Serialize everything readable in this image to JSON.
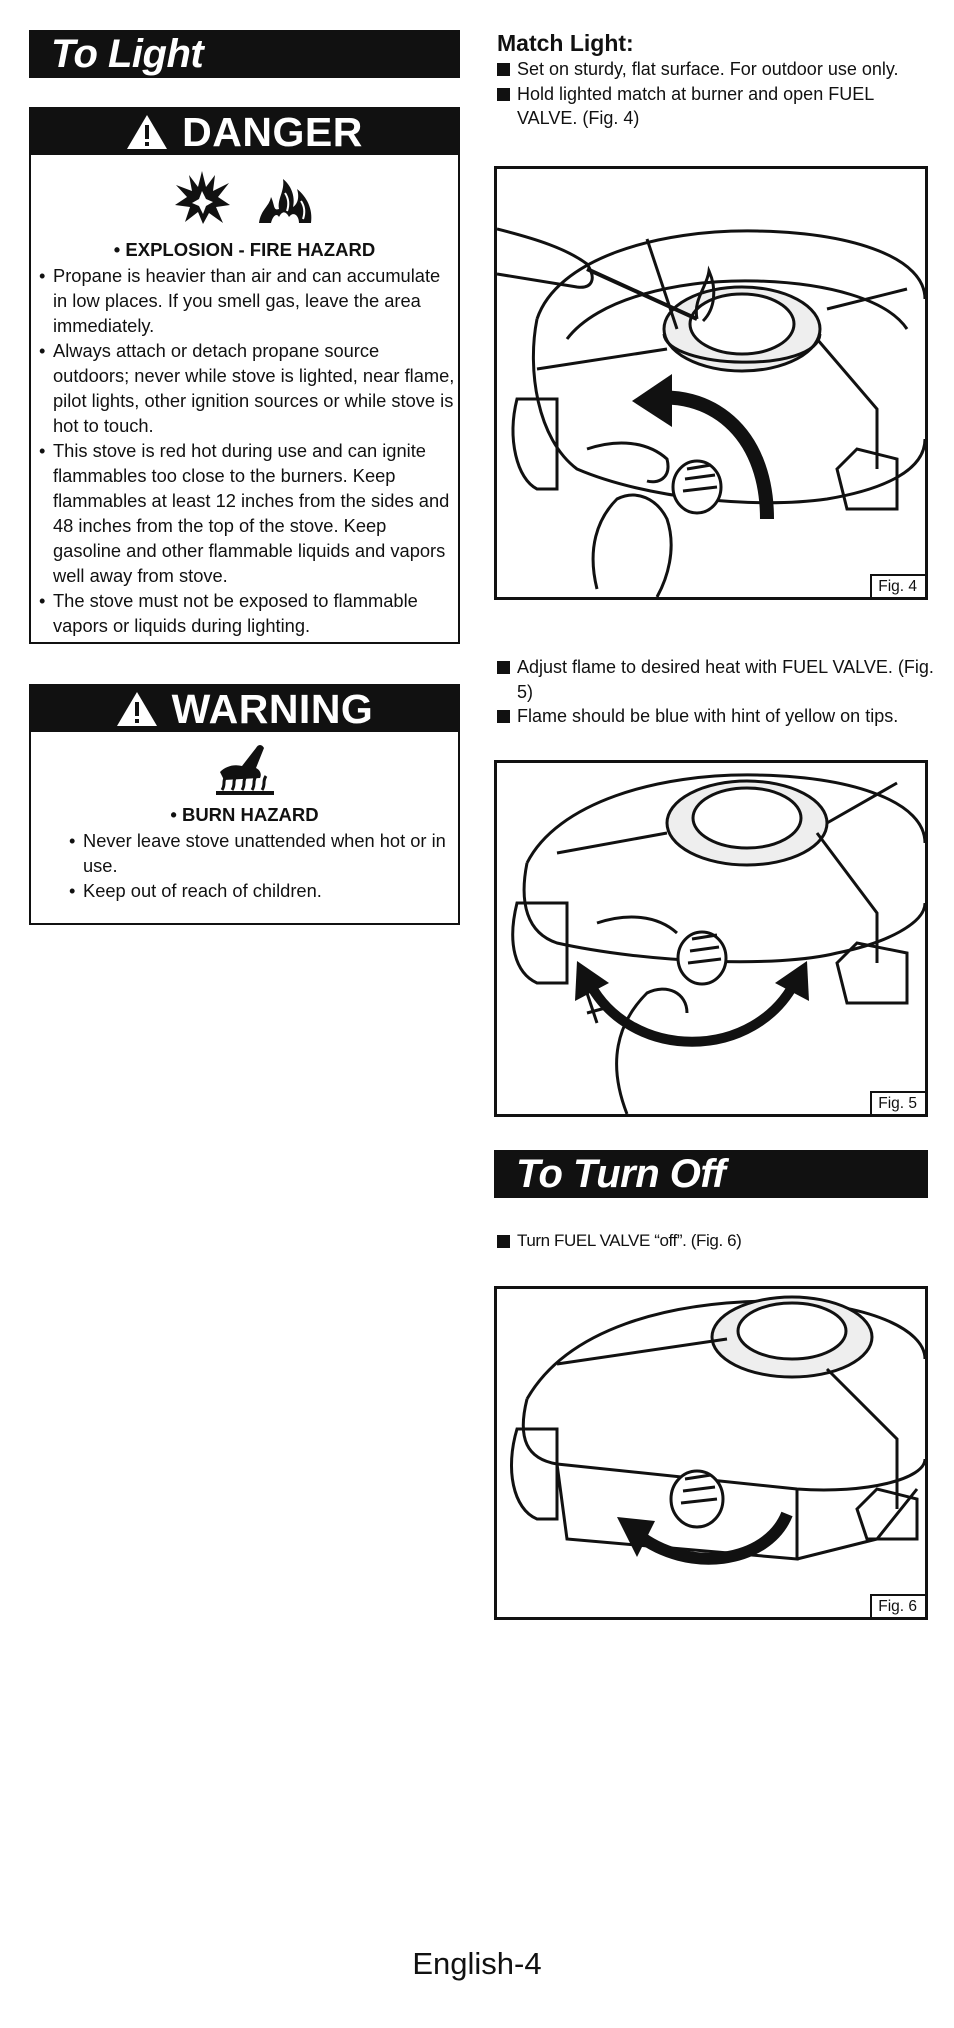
{
  "left": {
    "title": "To Light",
    "danger": {
      "header": "DANGER",
      "hazard_title": "• EXPLOSION - FIRE HAZARD",
      "bullets": [
        "Propane is heavier than air and can accumulate in low places. If you smell gas, leave the area immediately.",
        "Always attach or detach propane source outdoors; never while stove is lighted, near flame, pilot lights, other ignition sources or while stove is hot to touch.",
        "This stove is red hot during use and can ignite flammables too close to the burners. Keep flammables at least 12 inches from the sides and 48 inches from the top of the stove. Keep gasoline and other flammable liquids and vapors well away from stove.",
        "The stove must not be exposed to flammable vapors or liquids during lighting."
      ],
      "icons": [
        "explosion-icon",
        "fire-icon"
      ]
    },
    "warning": {
      "header": "WARNING",
      "hazard_title": "• BURN HAZARD",
      "bullets": [
        "Never leave stove unattended when hot or in use.",
        "Keep out of reach of children."
      ],
      "icons": [
        "burn-hand-icon"
      ]
    }
  },
  "right": {
    "match_light": {
      "heading": "Match Light:",
      "steps": [
        "Set on sturdy, flat surface. For outdoor use only.",
        "Hold lighted match at burner and open FUEL VALVE. (Fig. 4)"
      ]
    },
    "fig4_label": "Fig. 4",
    "adjust_steps": [
      "Adjust flame to desired heat with FUEL VALVE. (Fig. 5)",
      "Flame should be blue with hint of yellow on tips."
    ],
    "fig5_label": "Fig. 5",
    "turn_off": {
      "title": "To Turn Off",
      "steps": [
        "Turn FUEL VALVE “off”. (Fig. 6)"
      ]
    },
    "fig6_label": "Fig. 6"
  },
  "footer": "English-4"
}
